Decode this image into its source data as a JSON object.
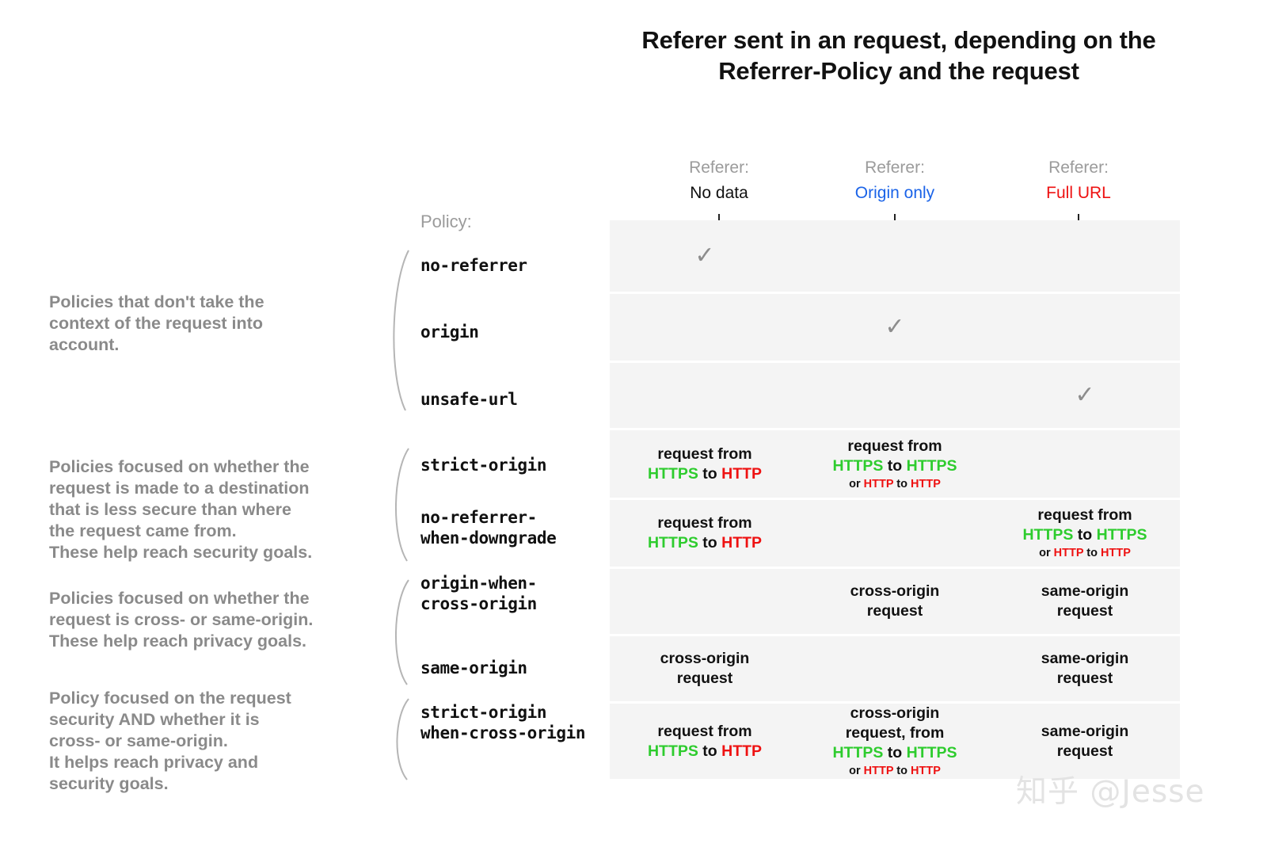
{
  "title": "Referer sent in an request, depending on the Referrer-Policy and the request",
  "policy_column_label": "Policy:",
  "watermark": "知乎 @Jesse",
  "colors": {
    "https": "#2ecc2e",
    "http": "#ee1111",
    "origin_only": "#1a63e8",
    "full_url": "#ee1111",
    "muted": "#9b9b9b",
    "row_band": "#f4f4f4",
    "check": "#8d8d8d"
  },
  "columns": [
    {
      "kicker": "Referer:",
      "value": "No data",
      "value_color": "#111111"
    },
    {
      "kicker": "Referer:",
      "value": "Origin only",
      "value_color": "#1a63e8"
    },
    {
      "kicker": "Referer:",
      "value": "Full URL",
      "value_color": "#ee1111"
    }
  ],
  "groups": [
    {
      "description": "Policies that don't take the\ncontext of the request into\naccount."
    },
    {
      "description": "Policies focused on whether the\nrequest is made to a destination\nthat is less secure than where\nthe request came from.\nThese help reach security goals."
    },
    {
      "description": "Policies focused on whether the\nrequest is cross- or same-origin.\nThese help reach privacy goals."
    },
    {
      "description": "Policy focused on the request\nsecurity AND whether it is\ncross- or same-origin.\nIt helps reach privacy and\nsecurity goals."
    }
  ],
  "policies": [
    {
      "name": "no-referrer"
    },
    {
      "name": "origin"
    },
    {
      "name": "unsafe-url"
    },
    {
      "name": "strict-origin"
    },
    {
      "name": "no-referrer-\nwhen-downgrade"
    },
    {
      "name": "origin-when-\ncross-origin"
    },
    {
      "name": "same-origin"
    },
    {
      "name": "strict-origin\nwhen-cross-origin"
    }
  ],
  "rows": [
    {
      "policy": "no-referrer",
      "cells": [
        {
          "type": "check",
          "text": "✓"
        },
        {
          "type": "empty",
          "text": ""
        },
        {
          "type": "empty",
          "text": ""
        }
      ]
    },
    {
      "policy": "origin",
      "cells": [
        {
          "type": "empty",
          "text": ""
        },
        {
          "type": "check",
          "text": "✓"
        },
        {
          "type": "empty",
          "text": ""
        }
      ]
    },
    {
      "policy": "unsafe-url",
      "cells": [
        {
          "type": "empty",
          "text": ""
        },
        {
          "type": "empty",
          "text": ""
        },
        {
          "type": "check",
          "text": "✓"
        }
      ]
    },
    {
      "policy": "strict-origin",
      "cells": [
        {
          "type": "rich",
          "line1": "request from",
          "parts": [
            {
              "t": "HTTPS",
              "c": "https"
            },
            {
              "t": " to ",
              "c": "plain"
            },
            {
              "t": "HTTP",
              "c": "http"
            }
          ],
          "sub": []
        },
        {
          "type": "rich",
          "line1": "request from",
          "parts": [
            {
              "t": "HTTPS",
              "c": "https"
            },
            {
              "t": " to ",
              "c": "plain"
            },
            {
              "t": "HTTPS",
              "c": "https"
            }
          ],
          "sub": [
            {
              "t": "or ",
              "c": "plain"
            },
            {
              "t": "HTTP",
              "c": "http"
            },
            {
              "t": " to ",
              "c": "plain"
            },
            {
              "t": "HTTP",
              "c": "http"
            }
          ]
        },
        {
          "type": "empty",
          "text": ""
        }
      ]
    },
    {
      "policy": "no-referrer-when-downgrade",
      "cells": [
        {
          "type": "rich",
          "line1": "request from",
          "parts": [
            {
              "t": "HTTPS",
              "c": "https"
            },
            {
              "t": " to ",
              "c": "plain"
            },
            {
              "t": "HTTP",
              "c": "http"
            }
          ],
          "sub": []
        },
        {
          "type": "empty",
          "text": ""
        },
        {
          "type": "rich",
          "line1": "request from",
          "parts": [
            {
              "t": "HTTPS",
              "c": "https"
            },
            {
              "t": " to ",
              "c": "plain"
            },
            {
              "t": "HTTPS",
              "c": "https"
            }
          ],
          "sub": [
            {
              "t": "or ",
              "c": "plain"
            },
            {
              "t": "HTTP",
              "c": "http"
            },
            {
              "t": " to ",
              "c": "plain"
            },
            {
              "t": "HTTP",
              "c": "http"
            }
          ]
        }
      ]
    },
    {
      "policy": "origin-when-cross-origin",
      "cells": [
        {
          "type": "empty",
          "text": ""
        },
        {
          "type": "plain",
          "text": "cross-origin\nrequest"
        },
        {
          "type": "plain",
          "text": "same-origin\nrequest"
        }
      ]
    },
    {
      "policy": "same-origin",
      "cells": [
        {
          "type": "plain",
          "text": "cross-origin\nrequest"
        },
        {
          "type": "empty",
          "text": ""
        },
        {
          "type": "plain",
          "text": "same-origin\nrequest"
        }
      ]
    },
    {
      "policy": "strict-origin-when-cross-origin",
      "cells": [
        {
          "type": "rich",
          "line1": "request from",
          "parts": [
            {
              "t": "HTTPS",
              "c": "https"
            },
            {
              "t": " to ",
              "c": "plain"
            },
            {
              "t": "HTTP",
              "c": "http"
            }
          ],
          "sub": []
        },
        {
          "type": "rich",
          "line1": "cross-origin\nrequest, from",
          "parts": [
            {
              "t": "HTTPS",
              "c": "https"
            },
            {
              "t": " to ",
              "c": "plain"
            },
            {
              "t": "HTTPS",
              "c": "https"
            }
          ],
          "sub": [
            {
              "t": "or ",
              "c": "plain"
            },
            {
              "t": "HTTP",
              "c": "http"
            },
            {
              "t": " to ",
              "c": "plain"
            },
            {
              "t": "HTTP",
              "c": "http"
            }
          ]
        },
        {
          "type": "plain",
          "text": "same-origin\nrequest"
        }
      ]
    }
  ]
}
